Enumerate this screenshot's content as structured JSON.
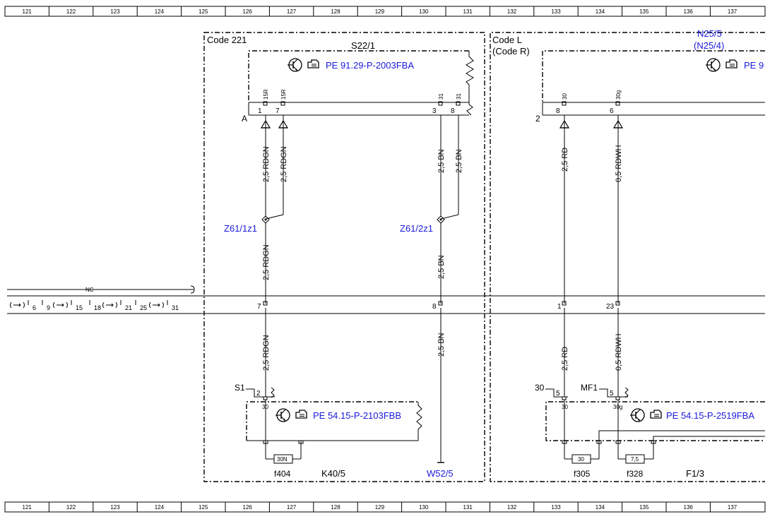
{
  "ruler": {
    "numbers": [
      "121",
      "122",
      "123",
      "124",
      "125",
      "126",
      "127",
      "128",
      "129",
      "130",
      "131",
      "132",
      "133",
      "134",
      "135",
      "136",
      "137"
    ]
  },
  "colors": {
    "link": "#1a1adc",
    "line": "#000000"
  },
  "left_block": {
    "code_label": "Code 221",
    "s22": {
      "name": "S22/1",
      "ref": "PE 91.29-P-2003FBA",
      "pins": [
        "1",
        "7",
        "3",
        "8"
      ],
      "pin_labels": [
        "15R",
        "15R",
        "31",
        "31"
      ],
      "connector": "A"
    },
    "wires": {
      "rdgn_top_1": "2,5 RDGN",
      "rdgn_top_2": "2,5 RDGN",
      "rdgn_mid": "2,5 RDGN",
      "rdgn_low": "2,5 RDGN",
      "bn_top_1": "2,5 BN",
      "bn_top_2": "2,5 BN",
      "bn_mid": "2,5 BN",
      "bn_low": "2,5 BN"
    },
    "splices": {
      "z1": "Z61/1z1",
      "z2": "Z61/2z1"
    },
    "bus_pins": {
      "p7": "7",
      "p8": "8"
    },
    "k40": {
      "connector": "S1",
      "pin": "2",
      "pin_label": "30",
      "ref": "PE 54.15-P-2103FBB",
      "fuse_label": "30N",
      "fuse": "f404",
      "name": "K40/5"
    },
    "ground": "W52/5"
  },
  "right_block": {
    "code_label": "Code L",
    "code_alt": "(Code R)",
    "n25_name": "N25/5",
    "n25_alt": "(N25/4)",
    "n25_ref": "PE 9",
    "connector": "2",
    "pins": [
      "8",
      "6"
    ],
    "pin_labels": [
      "30",
      "30g"
    ],
    "wires": {
      "rd_top": "2,5 RD",
      "rdwh_top": "0,5 RDWH",
      "rd_low": "2,5 RD",
      "rdwh_low": "0,5 RDWH"
    },
    "bus_pins": {
      "p1": "1",
      "p23": "23"
    },
    "f1": {
      "term": "30",
      "mf": "MF1",
      "pin_a": "5",
      "pin_b": "5",
      "pin_label_a": "30",
      "pin_label_b": "30g",
      "ref": "PE 54.15-P-2519FBA",
      "fuse1_label": "30",
      "fuse2_label": "7,5",
      "fuse1": "f305",
      "fuse2": "f328",
      "name": "F1/3"
    }
  },
  "bus": {
    "nc_label": "NC",
    "items": [
      "6",
      "9",
      "15",
      "18",
      "21",
      "25",
      "31"
    ]
  }
}
